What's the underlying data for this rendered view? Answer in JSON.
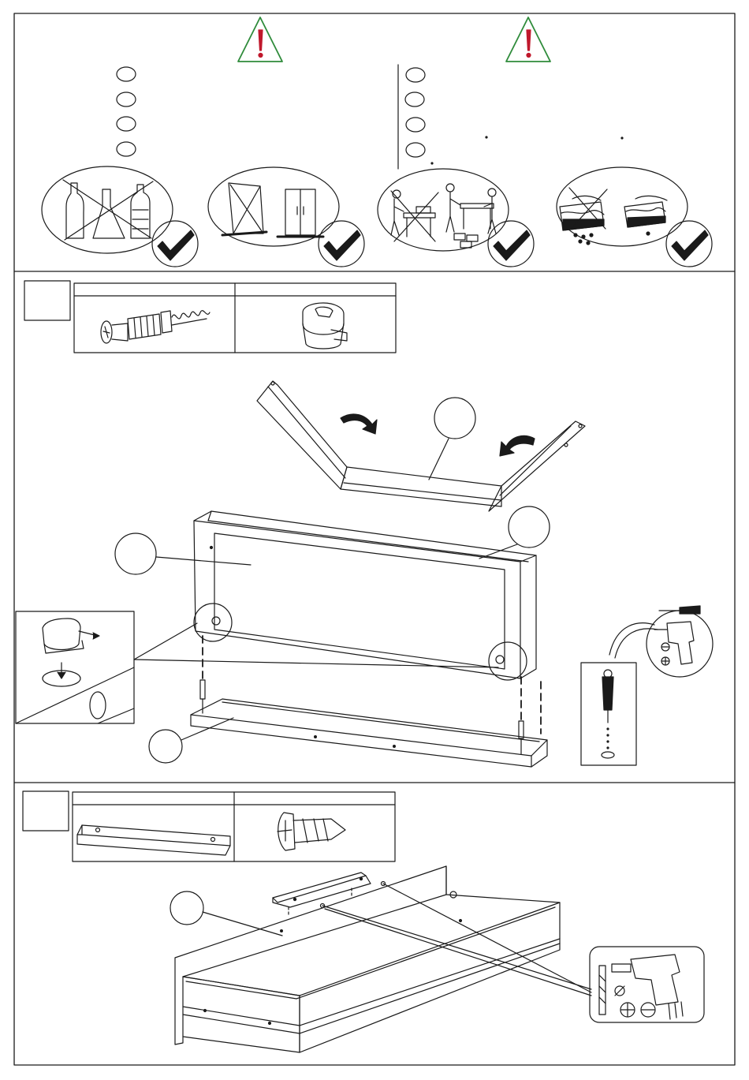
{
  "page": {
    "title": "",
    "background": "#ffffff",
    "line_color": "#1a1a1a"
  },
  "warnings": {
    "icon": "warning-triangle-icon",
    "triangle_stroke": "#2e8b3a",
    "exclamation_color": "#c0182c",
    "left_list_bullets": 4,
    "right_list_bullets": 4
  },
  "care_icons": [
    {
      "name": "no-chemical-cleaners-icon",
      "ok_icon": "checkmark-icon"
    },
    {
      "name": "place-on-level-floor-icon",
      "ok_icon": "checkmark-icon"
    },
    {
      "name": "two-person-assembly-icon",
      "ok_icon": "checkmark-icon"
    },
    {
      "name": "use-dry-cloth-icon",
      "ok_icon": "checkmark-icon"
    }
  ],
  "steps": [
    {
      "id": "step-1",
      "number": "",
      "hardware": [
        {
          "name": "cam-bolt-icon",
          "label": ""
        },
        {
          "name": "cam-lock-icon",
          "label": ""
        }
      ],
      "callouts": 4,
      "tools": [
        "screwdriver-icon",
        "power-drill-icon"
      ]
    },
    {
      "id": "step-2",
      "number": "",
      "hardware": [
        {
          "name": "metal-bracket-icon",
          "label": ""
        },
        {
          "name": "countersunk-screw-icon",
          "label": ""
        }
      ],
      "callouts": 1,
      "tools": [
        "power-drill-icon",
        "drill-bit-icon"
      ]
    }
  ]
}
